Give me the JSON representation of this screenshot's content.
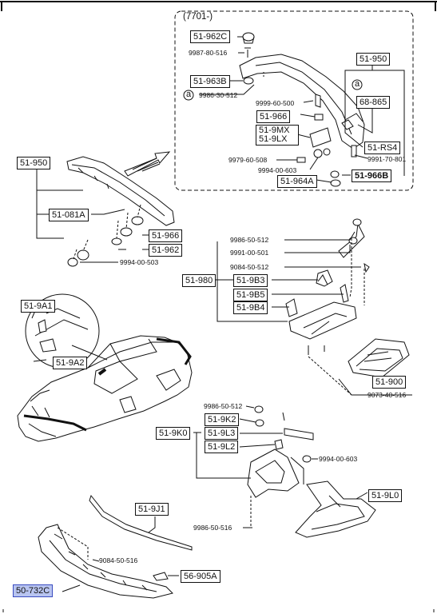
{
  "inset_title": "(7701-)",
  "labels": {
    "b_51_962c": "51-962C",
    "t_9987_80_516": "9987-80-516",
    "b_51_963b": "51-963B",
    "t_9986_30_512": "9986-30-512",
    "t_9999_60_500": "9999-60-500",
    "b_51_966_top": "51-966",
    "b_51_9mx": "51-9MX",
    "b_51_9lx": "51-9LX",
    "t_9979_60_508": "9979-60-508",
    "t_9994_00_603_top": "9994-00-603",
    "b_51_964a": "51-964A",
    "b_51_950_top": "51-950",
    "b_68_865": "68-865",
    "b_51_rs4": "51-RS4",
    "t_9991_70_801": "9991-70-801",
    "b_51_966b": "51-966B",
    "marker_a": "a",
    "b_51_950_left": "51-950",
    "b_51_081a": "51-081A",
    "b_51_966_left": "51-966",
    "b_51_962": "51-962",
    "t_9994_00_503": "9994-00-503",
    "t_9986_50_512_mid": "9986-50-512",
    "t_9991_00_501": "9991-00-501",
    "t_9084_50_512": "9084-50-512",
    "b_51_980": "51-980",
    "b_51_9b3": "51-9B3",
    "b_51_9b5": "51-9B5",
    "b_51_9b4": "51-9B4",
    "b_51_9a1": "51-9A1",
    "b_51_9a2": "51-9A2",
    "b_51_900": "51-900",
    "t_9073_40_516": "9073-40-516",
    "t_9986_50_512_low": "9986-50-512",
    "b_51_9k2": "51-9K2",
    "b_51_9k0": "51-9K0",
    "b_51_9l3": "51-9L3",
    "b_51_9l2": "51-9L2",
    "t_9994_00_603_low": "9994-00-603",
    "b_51_9j1": "51-9J1",
    "b_51_9l0": "51-9L0",
    "t_9986_50_516": "9986-50-516",
    "t_9084_50_516": "9084-50-516",
    "b_56_905a": "56-905A",
    "b_50_732c": "50-732C"
  }
}
